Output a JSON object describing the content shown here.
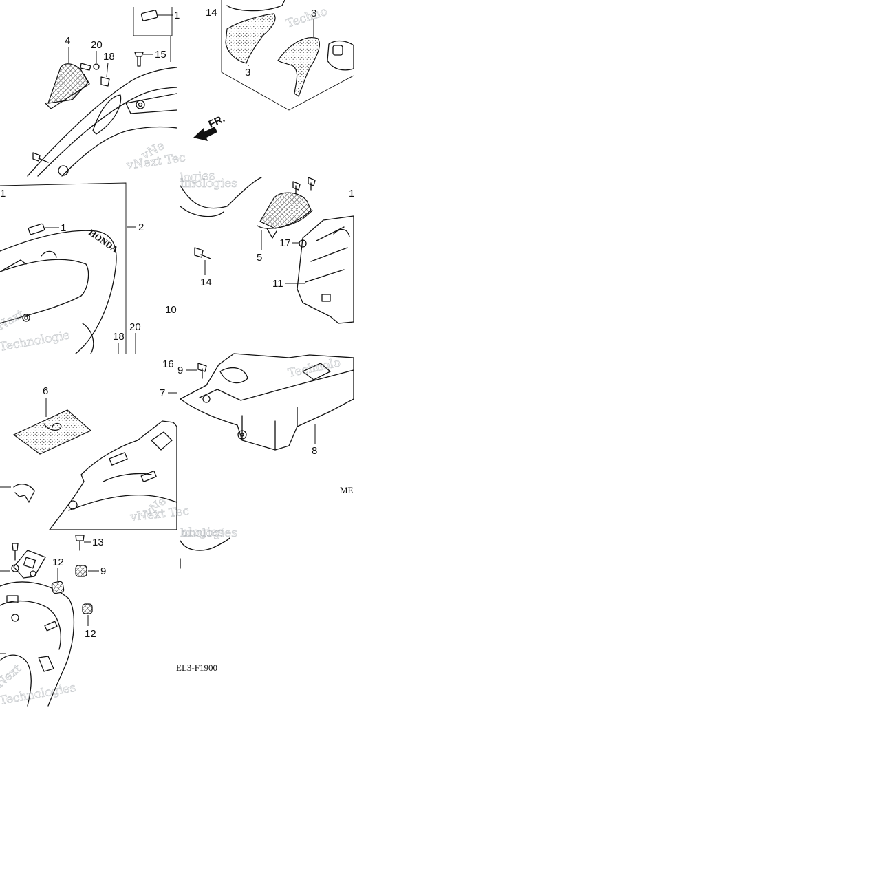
{
  "diagram": {
    "callouts": {
      "c1_top": "1",
      "c14_top": "14",
      "c3_upper": "3",
      "c3_lower": "3",
      "c4": "4",
      "c20_top": "20",
      "c18_top": "18",
      "c15": "15",
      "c1_left": "1",
      "c1_mid": "1",
      "c2": "2",
      "c10": "10",
      "c20_mid": "20",
      "c18_mid": "18",
      "c5": "5",
      "c17": "17",
      "c14_mid": "14",
      "c11": "11",
      "c1_right": "1",
      "c16": "16",
      "c9_mid": "9",
      "c7": "7",
      "c6": "6",
      "c8": "8",
      "c13": "13",
      "c12_a": "12",
      "c9_low": "9",
      "c12_b": "12"
    },
    "front_arrow_label": "FR.",
    "seat_brand": "HONDA",
    "diagram_code": "EL3-F1900",
    "code_fragment": "ME",
    "watermarks": [
      "Techno",
      "vNext Tec",
      "vNe",
      "hnologies",
      "Next",
      "Technologie",
      "logies",
      "vNext Tec",
      "Technolo",
      "vNe",
      "hnologies",
      "Next",
      "Technologies",
      "ologies"
    ]
  }
}
